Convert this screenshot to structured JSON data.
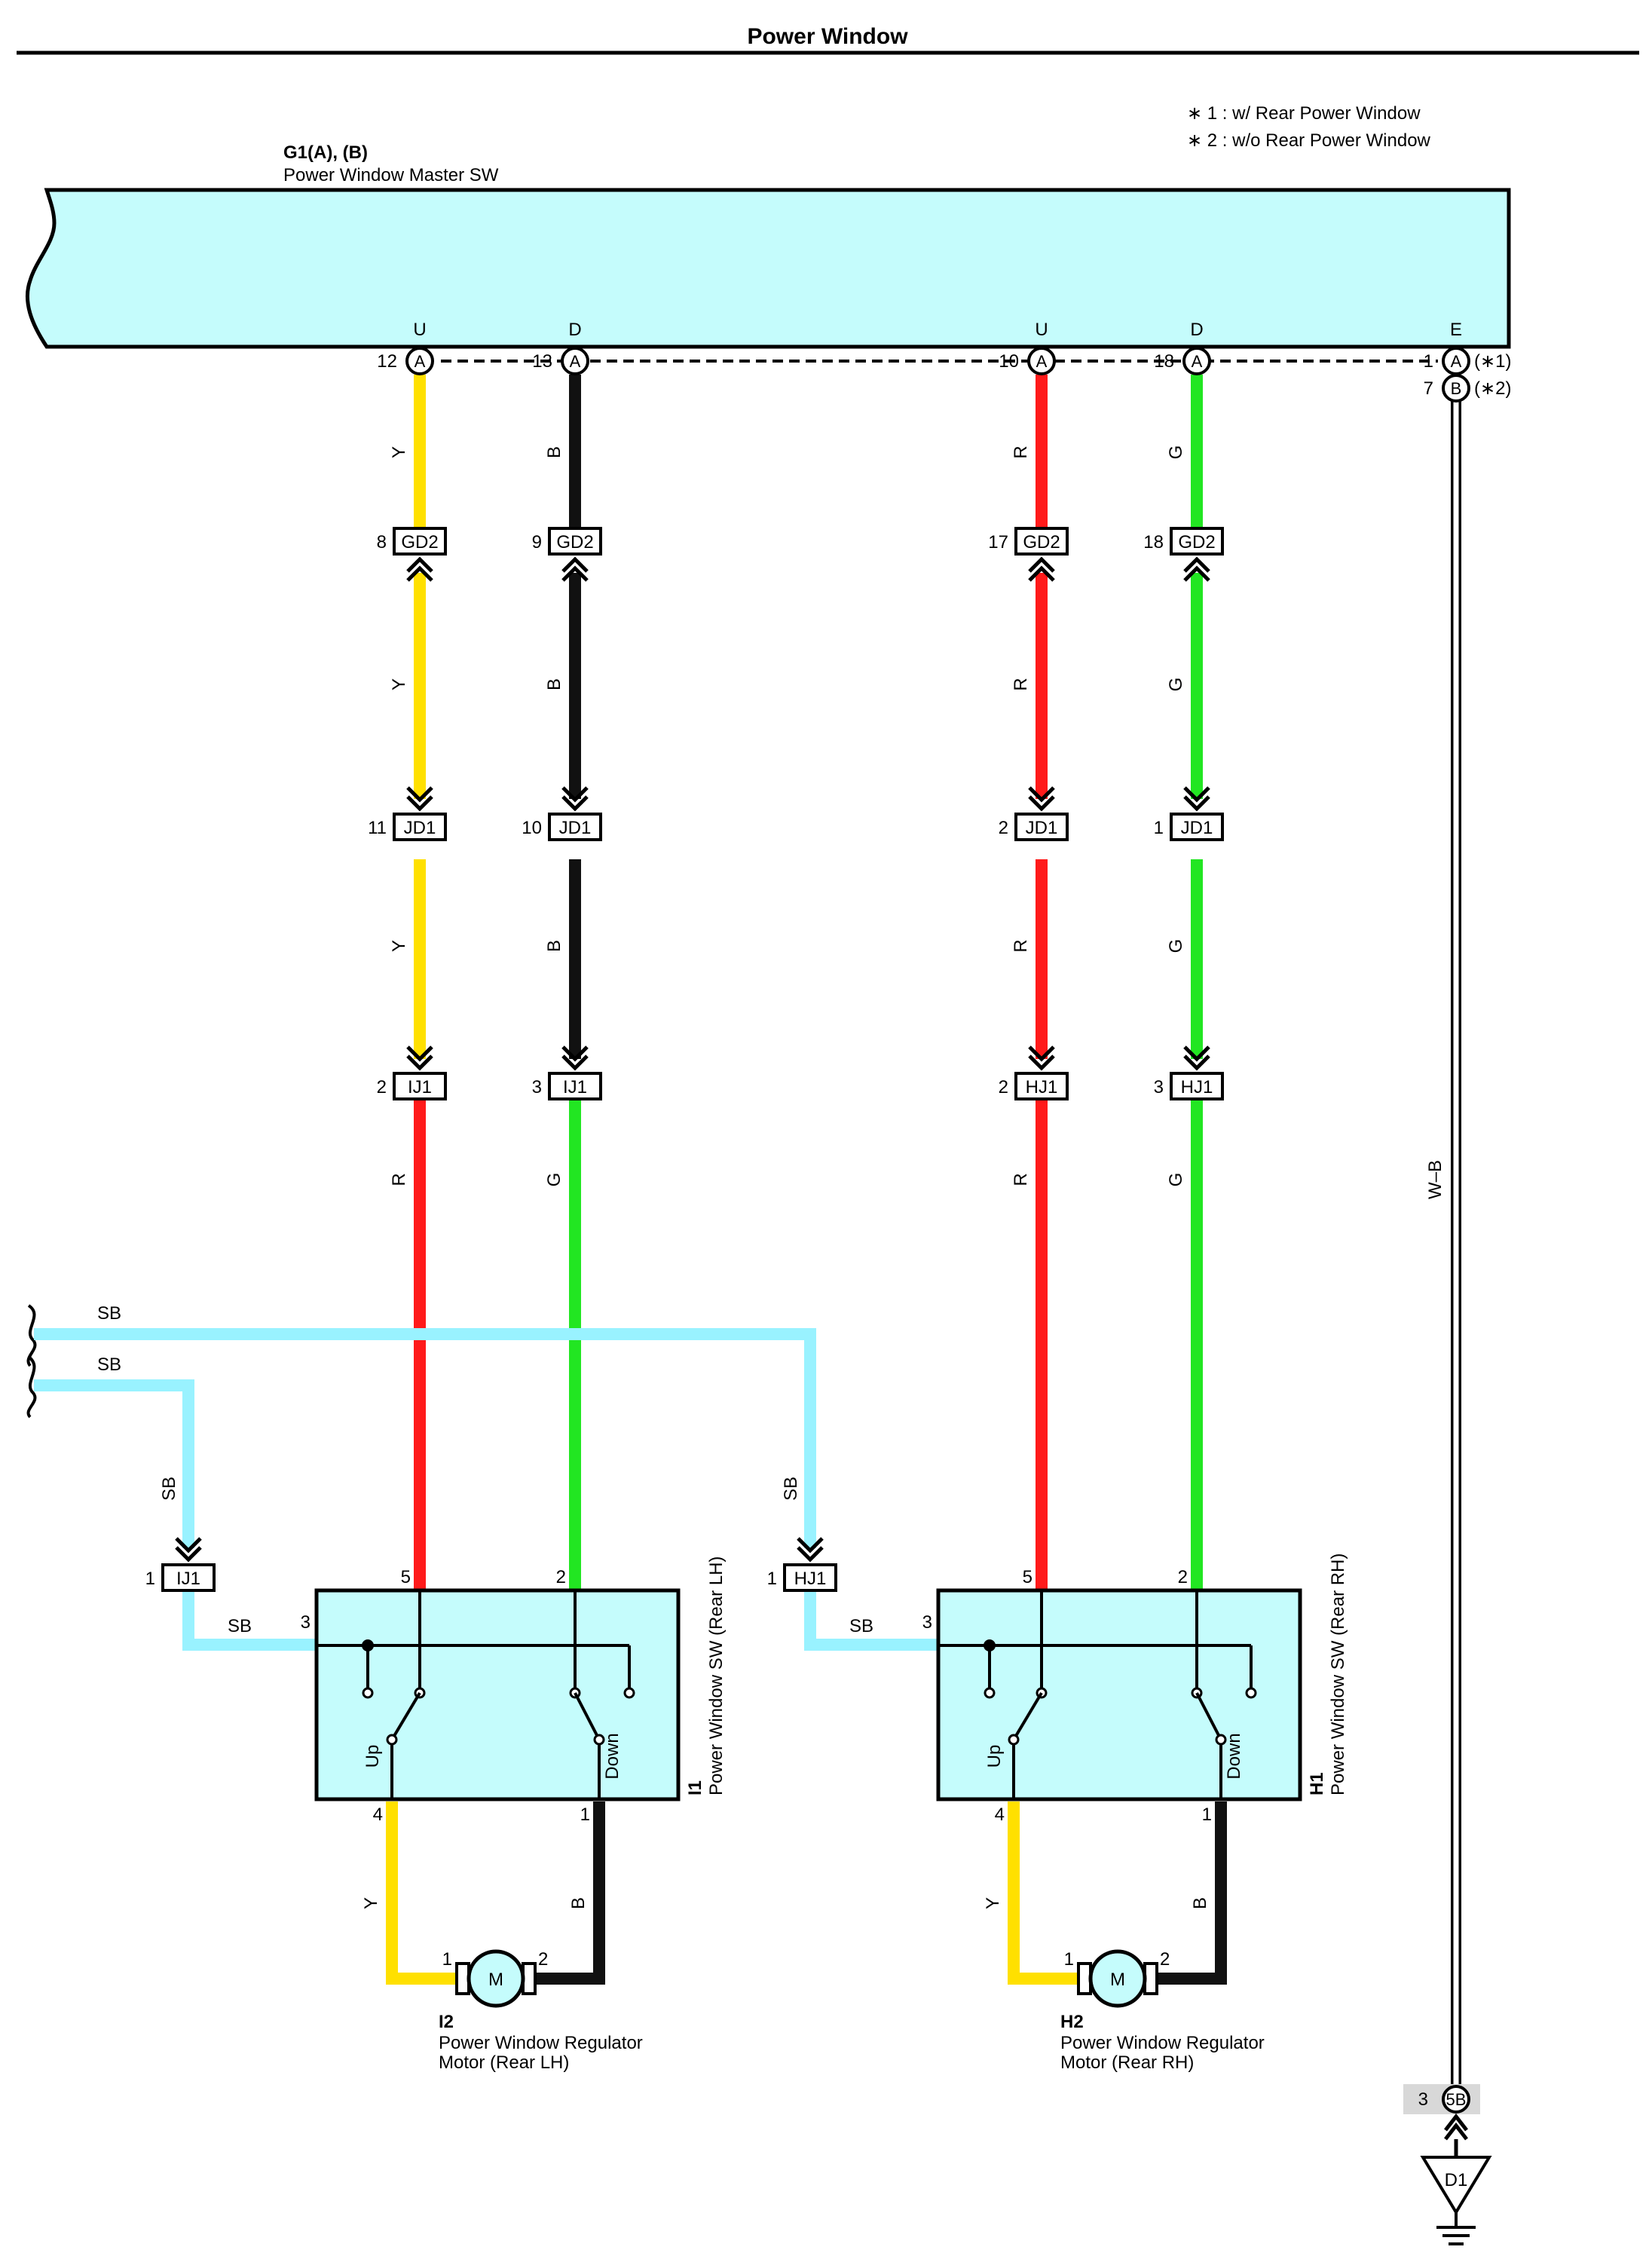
{
  "title": "Power Window",
  "notes": [
    "∗ 1 : w/ Rear Power Window",
    "∗ 2 : w/o Rear Power Window"
  ],
  "master": {
    "code": "G1(A), (B)",
    "name": "Power Window Master SW",
    "terminals": [
      {
        "label": "U",
        "pin": "12",
        "conn": "A"
      },
      {
        "label": "D",
        "pin": "13",
        "conn": "A"
      },
      {
        "label": "U",
        "pin": "10",
        "conn": "A"
      },
      {
        "label": "D",
        "pin": "18",
        "conn": "A"
      },
      {
        "label": "E",
        "pin": "1",
        "conn": "A",
        "note": "(∗1)"
      },
      {
        "pin": "7",
        "conn": "B",
        "note": "(∗2)"
      }
    ]
  },
  "circuits": [
    {
      "color": "#FFE000",
      "segments": [
        {
          "wire": "Y",
          "color": "#FFE000"
        },
        {
          "wire": "Y",
          "color": "#FFE000"
        },
        {
          "wire": "Y",
          "color": "#FFE000"
        },
        {
          "wire": "R",
          "color": "#FF1A1A"
        }
      ],
      "connectors": [
        {
          "pin": "8",
          "name": "GD2"
        },
        {
          "pin": "11",
          "name": "JD1"
        },
        {
          "pin": "2",
          "name": "IJ1"
        }
      ]
    },
    {
      "color": "#111111",
      "segments": [
        {
          "wire": "B",
          "color": "#111111"
        },
        {
          "wire": "B",
          "color": "#111111"
        },
        {
          "wire": "B",
          "color": "#111111"
        },
        {
          "wire": "G",
          "color": "#22E622"
        }
      ],
      "connectors": [
        {
          "pin": "9",
          "name": "GD2"
        },
        {
          "pin": "10",
          "name": "JD1"
        },
        {
          "pin": "3",
          "name": "IJ1"
        }
      ]
    },
    {
      "color": "#FF1A1A",
      "segments": [
        {
          "wire": "R",
          "color": "#FF1A1A"
        },
        {
          "wire": "R",
          "color": "#FF1A1A"
        },
        {
          "wire": "R",
          "color": "#FF1A1A"
        },
        {
          "wire": "R",
          "color": "#FF1A1A"
        }
      ],
      "connectors": [
        {
          "pin": "17",
          "name": "GD2"
        },
        {
          "pin": "2",
          "name": "JD1"
        },
        {
          "pin": "2",
          "name": "HJ1"
        }
      ]
    },
    {
      "color": "#22E622",
      "segments": [
        {
          "wire": "G",
          "color": "#22E622"
        },
        {
          "wire": "G",
          "color": "#22E622"
        },
        {
          "wire": "G",
          "color": "#22E622"
        },
        {
          "wire": "G",
          "color": "#22E622"
        }
      ],
      "connectors": [
        {
          "pin": "18",
          "name": "GD2"
        },
        {
          "pin": "1",
          "name": "JD1"
        },
        {
          "pin": "3",
          "name": "HJ1"
        }
      ]
    }
  ],
  "sb_wires": {
    "color": "#99F2FF",
    "labels": [
      "SB",
      "SB",
      "SB",
      "SB",
      "SB",
      "SB"
    ],
    "connectors": [
      {
        "pin": "1",
        "name": "IJ1"
      },
      {
        "pin": "1",
        "name": "HJ1"
      }
    ]
  },
  "switches": [
    {
      "code": "I1",
      "name": "Power Window SW (Rear LH)",
      "pins": {
        "up": "5",
        "down": "2",
        "power": "3",
        "motor_a": "4",
        "motor_b": "1"
      },
      "up_label": "Up",
      "down_label": "Down"
    },
    {
      "code": "H1",
      "name": "Power Window SW (Rear RH)",
      "pins": {
        "up": "5",
        "down": "2",
        "power": "3",
        "motor_a": "4",
        "motor_b": "1"
      },
      "up_label": "Up",
      "down_label": "Down"
    }
  ],
  "motors": [
    {
      "code": "I2",
      "name": "Power Window Regulator",
      "name2": "Motor (Rear LH)",
      "symbol": "M",
      "pin1": "1",
      "pin2": "2",
      "wire1": "Y",
      "wire2": "B"
    },
    {
      "code": "H2",
      "name": "Power Window Regulator",
      "name2": "Motor (Rear RH)",
      "symbol": "M",
      "pin1": "1",
      "pin2": "2",
      "wire1": "Y",
      "wire2": "B"
    }
  ],
  "ground": {
    "wire": "W–B",
    "pin": "3",
    "conn": "5B",
    "point": "D1"
  },
  "colors": {
    "master_fill": "#C5FCFC",
    "switch_fill": "#C5FCFC",
    "yellow": "#FFE000",
    "black": "#111111",
    "red": "#FF1A1A",
    "green": "#22E622",
    "sb": "#99F2FF",
    "ground_wire": "#FFFFFF",
    "badge": "#D8D8D8"
  }
}
